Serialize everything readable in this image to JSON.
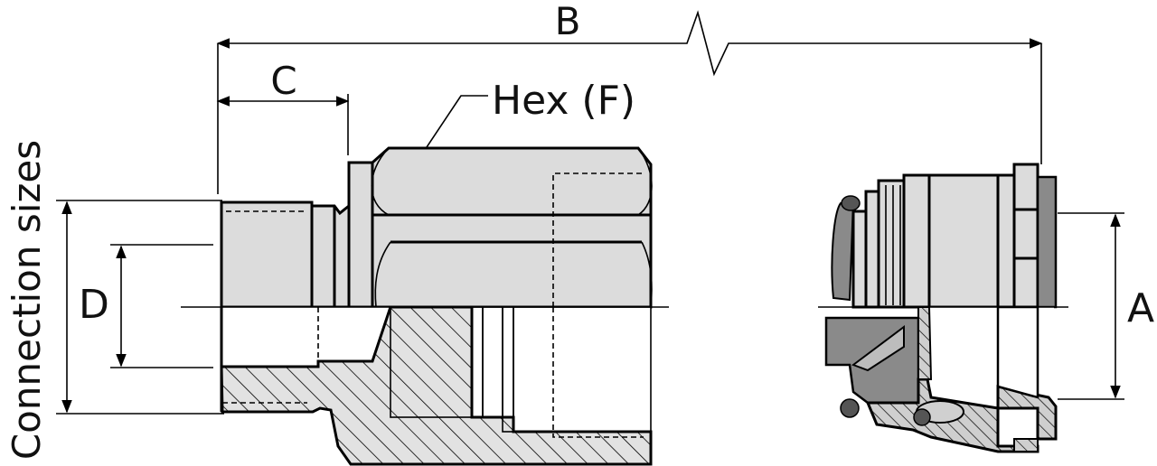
{
  "labels": {
    "connection_sizes": "Connection sizes",
    "dim_a": "A",
    "dim_b": "B",
    "dim_c": "C",
    "dim_d": "D",
    "hex": "Hex (F)"
  },
  "colors": {
    "body_fill": "#dcdcdc",
    "dark_seal": "#8a8a8a",
    "line": "#000000"
  }
}
